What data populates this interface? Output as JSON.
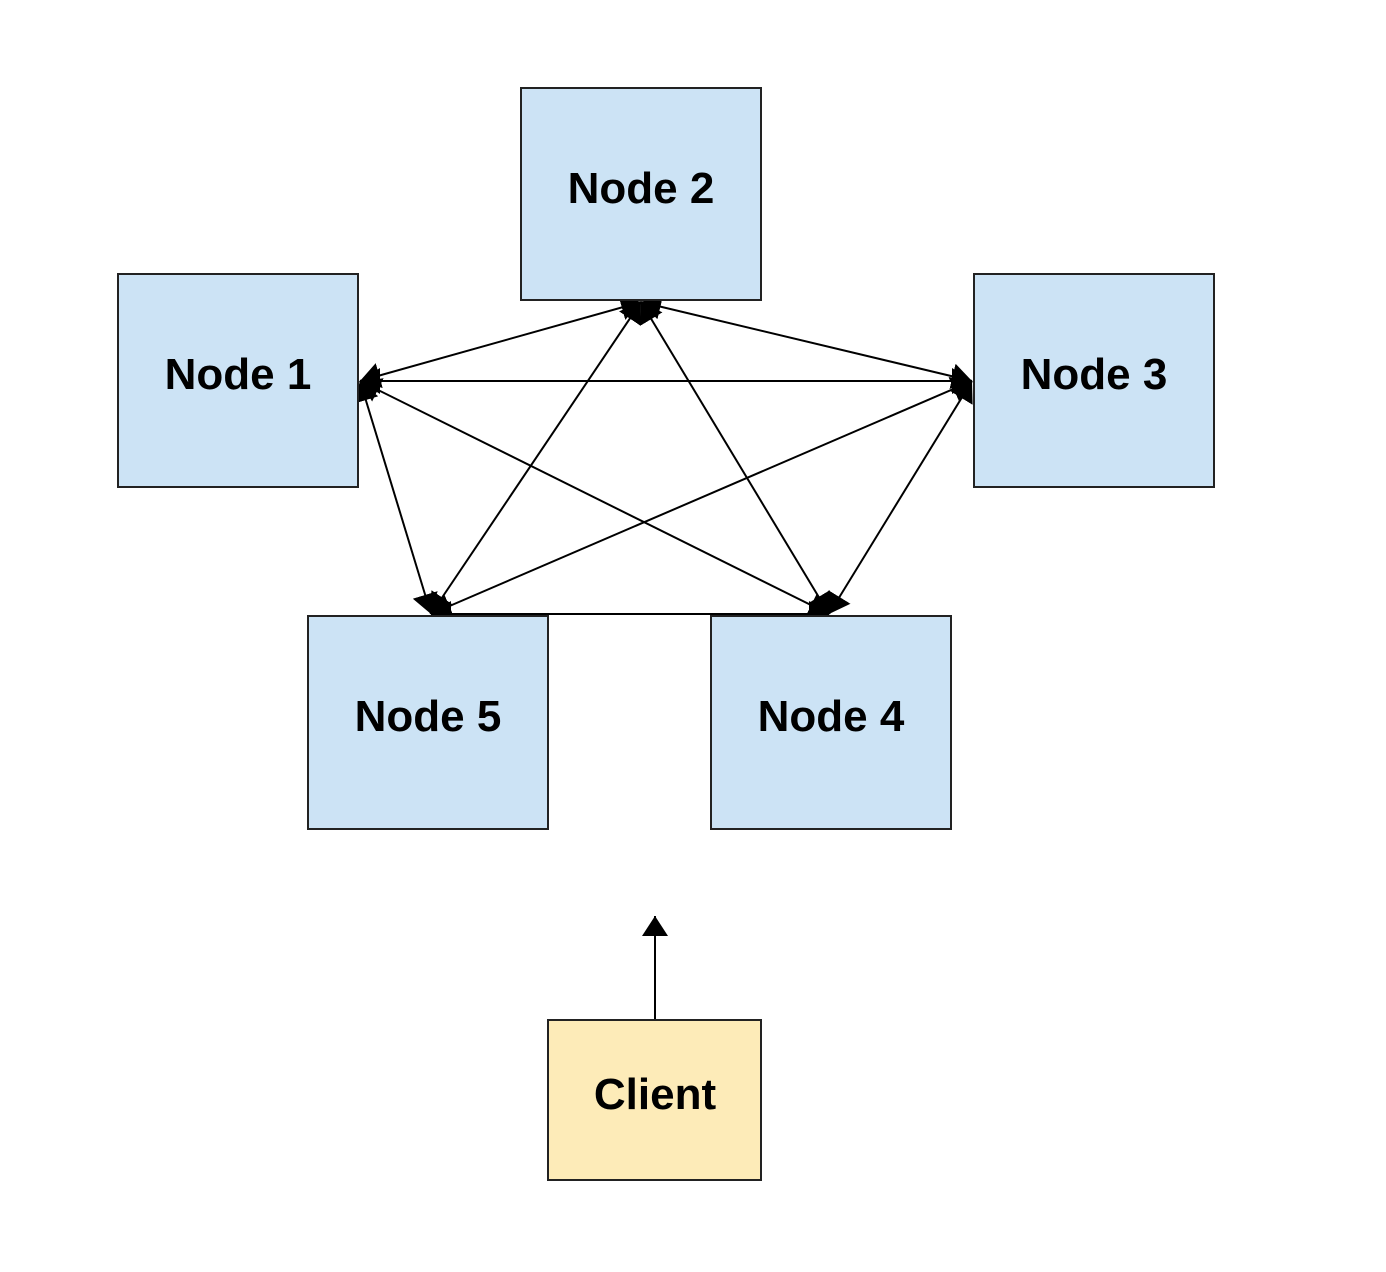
{
  "colors": {
    "node_fill": "#cce3f5",
    "client_fill": "#fdebb8",
    "stroke": "#222222",
    "edge": "#000000"
  },
  "nodes": [
    {
      "id": "node-1",
      "label": "Node 1",
      "kind": "node"
    },
    {
      "id": "node-2",
      "label": "Node 2",
      "kind": "node"
    },
    {
      "id": "node-3",
      "label": "Node 3",
      "kind": "node"
    },
    {
      "id": "node-4",
      "label": "Node 4",
      "kind": "node"
    },
    {
      "id": "node-5",
      "label": "Node 5",
      "kind": "node"
    },
    {
      "id": "client",
      "label": "Client",
      "kind": "client"
    }
  ],
  "edges": [
    {
      "from": "node-1",
      "to": "node-2",
      "arrows": "both"
    },
    {
      "from": "node-1",
      "to": "node-3",
      "arrows": "both"
    },
    {
      "from": "node-1",
      "to": "node-4",
      "arrows": "both"
    },
    {
      "from": "node-1",
      "to": "node-5",
      "arrows": "both"
    },
    {
      "from": "node-2",
      "to": "node-3",
      "arrows": "both"
    },
    {
      "from": "node-2",
      "to": "node-4",
      "arrows": "both"
    },
    {
      "from": "node-2",
      "to": "node-5",
      "arrows": "both"
    },
    {
      "from": "node-3",
      "to": "node-4",
      "arrows": "both"
    },
    {
      "from": "node-3",
      "to": "node-5",
      "arrows": "both"
    },
    {
      "from": "node-4",
      "to": "node-5",
      "arrows": "both"
    },
    {
      "from": "client",
      "to": "cluster",
      "arrows": "end"
    }
  ]
}
